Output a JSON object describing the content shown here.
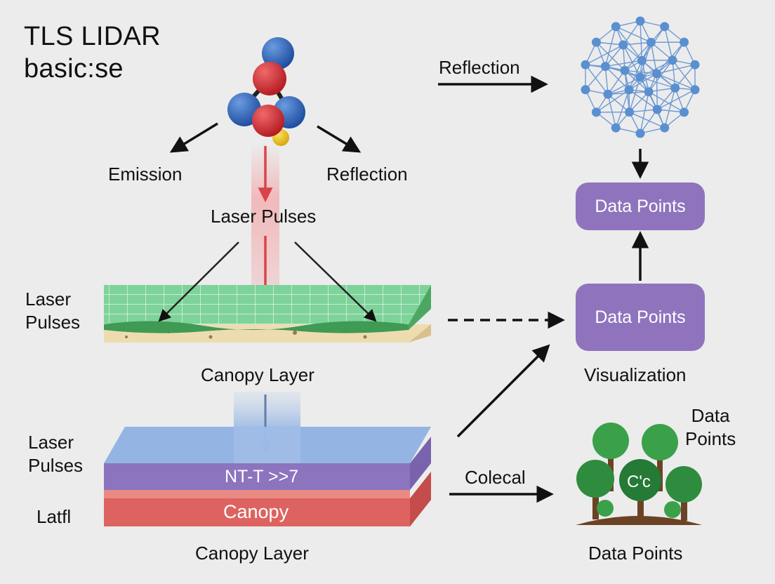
{
  "title": {
    "line1": "TLS LIDAR",
    "line2": "basic:se"
  },
  "labels": {
    "emission": "Emission",
    "reflection_left": "Reflection",
    "reflection_top": "Reflection",
    "laser_pulses_top": "Laser Pulses",
    "laser_pulses_side_1": "Laser\nPulses",
    "laser_pulses_side_2": "Laser\nPulses",
    "latfl": "Latfl",
    "canopy_layer_1": "Canopy Layer",
    "canopy_layer_2": "Canopy Layer",
    "layer_top_text": "NT-T >>7",
    "layer_bottom_text": "Canopy",
    "colecal": "Colecal",
    "visualization": "Visualization",
    "data_points_pill_1": "Data Points",
    "data_points_pill_2": "Data Points",
    "trees_data_points_top": "Data\nPoints",
    "trees_data_points_bottom": "Data Points",
    "tree_label": "C'c"
  },
  "colors": {
    "molecule_blue": "#2e63b3",
    "molecule_red": "#d42a2f",
    "molecule_yellow": "#f0c419",
    "laser_red": "#e0474c",
    "grass_green": "#6fcf8e",
    "soil": "#eedcb1",
    "layer_blue": "#8fb1e3",
    "layer_purple": "#8c74be",
    "layer_red": "#dd6360",
    "pill_purple": "#8f74bd",
    "network_blue": "#5a8fd0",
    "tree_green": "#3aa14a",
    "trunk_brown": "#6b4324"
  }
}
